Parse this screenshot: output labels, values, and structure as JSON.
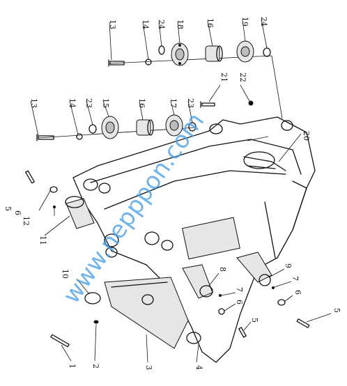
{
  "watermark": "www.nepppon.com",
  "callouts": [
    {
      "id": "c13a",
      "text": "13"
    },
    {
      "id": "c14a",
      "text": "14"
    },
    {
      "id": "c24a",
      "text": "24"
    },
    {
      "id": "c18",
      "text": "18"
    },
    {
      "id": "c16a",
      "text": "16"
    },
    {
      "id": "c19",
      "text": "19"
    },
    {
      "id": "c24b",
      "text": "24"
    },
    {
      "id": "c13b",
      "text": "13"
    },
    {
      "id": "c14b",
      "text": "14"
    },
    {
      "id": "c23a",
      "text": "23"
    },
    {
      "id": "c15",
      "text": "15"
    },
    {
      "id": "c16b",
      "text": "16"
    },
    {
      "id": "c17",
      "text": "17"
    },
    {
      "id": "c23b",
      "text": "23"
    },
    {
      "id": "c21",
      "text": "21"
    },
    {
      "id": "c22",
      "text": "22"
    },
    {
      "id": "c20",
      "text": "20"
    },
    {
      "id": "c5a",
      "text": "5"
    },
    {
      "id": "c6a",
      "text": "6"
    },
    {
      "id": "c12",
      "text": "12"
    },
    {
      "id": "c11",
      "text": "11"
    },
    {
      "id": "c10",
      "text": "10"
    },
    {
      "id": "c8",
      "text": "8"
    },
    {
      "id": "c7a",
      "text": "7"
    },
    {
      "id": "c6b",
      "text": "6"
    },
    {
      "id": "c5b",
      "text": "5"
    },
    {
      "id": "c9",
      "text": "9"
    },
    {
      "id": "c7b",
      "text": "7"
    },
    {
      "id": "c6c",
      "text": "6"
    },
    {
      "id": "c5c",
      "text": "5"
    },
    {
      "id": "c1",
      "text": "1"
    },
    {
      "id": "c2",
      "text": "2"
    },
    {
      "id": "c3",
      "text": "3"
    },
    {
      "id": "c4",
      "text": "4"
    }
  ]
}
